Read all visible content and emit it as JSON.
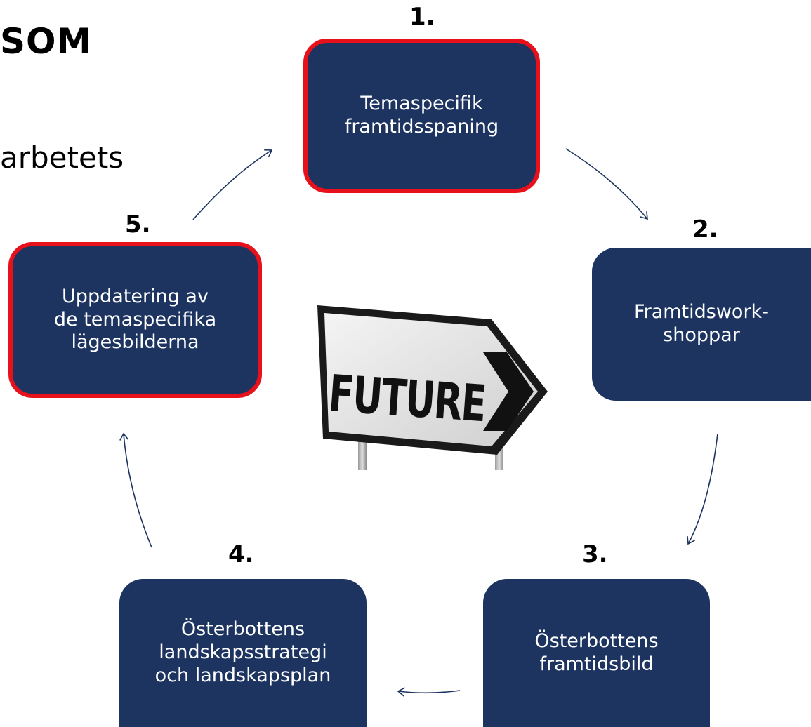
{
  "heading": {
    "title_fragment": "SOM",
    "subtitle_fragment": "arbetets"
  },
  "sign": {
    "text": "FUTURE",
    "icon": "future-arrow-sign-icon"
  },
  "steps": [
    {
      "number": "1.",
      "label": "Temaspecifik\nframtidsspaning",
      "highlighted": true
    },
    {
      "number": "2.",
      "label": "Framtidswork-\nshoppar",
      "highlighted": false
    },
    {
      "number": "3.",
      "label": "Österbottens\nframtidsbild",
      "highlighted": false
    },
    {
      "number": "4.",
      "label": "Österbottens\nlandskapsstrategi\noch landskapsplan",
      "highlighted": false
    },
    {
      "number": "5.",
      "label": "Uppdatering av\nde temaspecifika\nlägesbilderna",
      "highlighted": true
    }
  ],
  "colors": {
    "box_fill": "#1d3461",
    "highlight_border": "#e8101a",
    "arrow": "#1d3461"
  }
}
